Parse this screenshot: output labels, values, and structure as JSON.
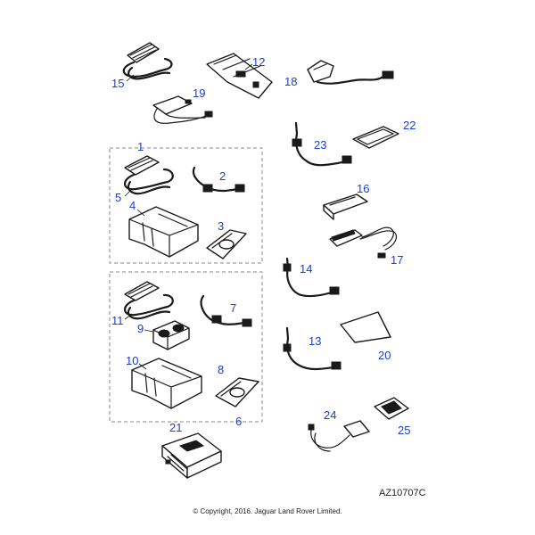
{
  "callouts": {
    "c1": "1",
    "c2": "2",
    "c3": "3",
    "c4": "4",
    "c5": "5",
    "c6": "6",
    "c7": "7",
    "c8": "8",
    "c9": "9",
    "c10": "10",
    "c11": "11",
    "c12": "12",
    "c13": "13",
    "c14": "14",
    "c15": "15",
    "c16": "16",
    "c17": "17",
    "c18": "18",
    "c19": "19",
    "c20": "20",
    "c21": "21",
    "c22": "22",
    "c23": "23",
    "c24": "24",
    "c25": "25"
  },
  "reference_code": "AZ10707C",
  "copyright": "© Copyright, 2016. Jaguar Land Rover Limited.",
  "colors": {
    "callout": "#1a3fd6",
    "line": "#1a1a1a",
    "group_border": "#888888"
  }
}
